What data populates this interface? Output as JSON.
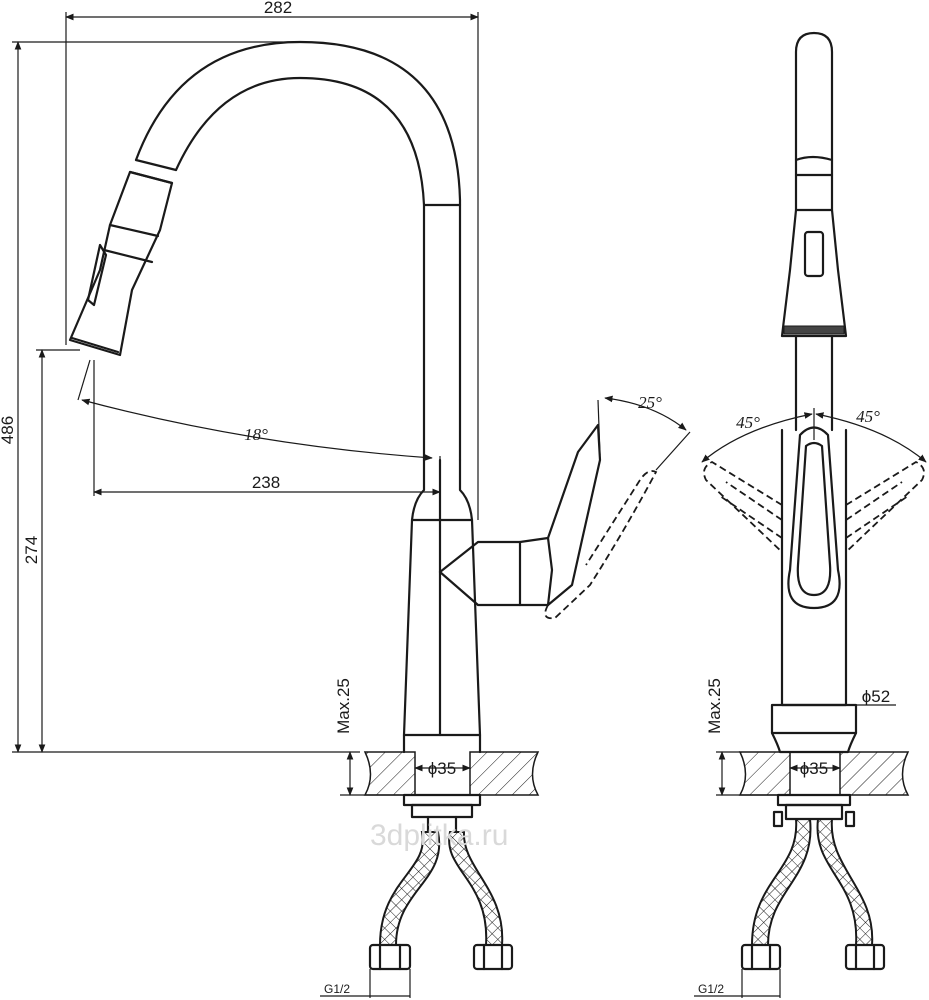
{
  "dimensions": {
    "overall_width": "282",
    "overall_height": "486",
    "spout_height": "274",
    "spout_reach": "238",
    "deck_thickness_side": "Max.25",
    "deck_thickness_front": "Max.25",
    "hole_diameter_side": "ϕ35",
    "hole_diameter_front": "ϕ35",
    "base_diameter": "ϕ52",
    "thread_side": "G1/2",
    "thread_front": "G1/2"
  },
  "angles": {
    "spout_swivel": "18°",
    "handle_tilt": "25°",
    "handle_left": "45°",
    "handle_right": "45°"
  },
  "watermark": "3dplitka.ru"
}
